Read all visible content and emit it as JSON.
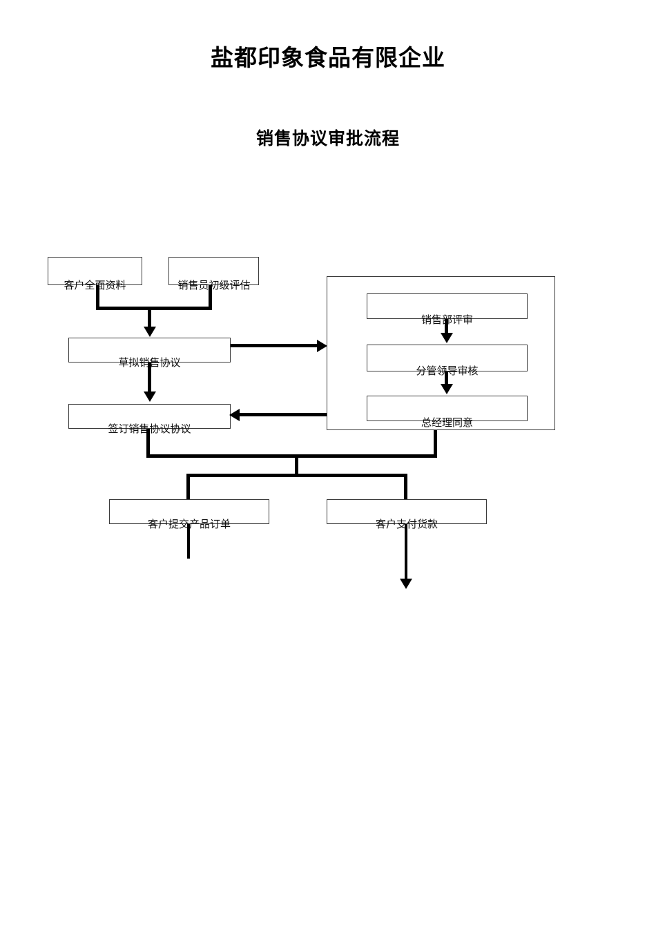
{
  "document": {
    "title": "盐都印象食品有限企业",
    "subtitle": "销售协议审批流程",
    "background_color": "#ffffff",
    "line_color": "#000000",
    "box_border_color": "#3a3a3a"
  },
  "flow": {
    "nodes": [
      {
        "id": "customer-info",
        "label": "客户全面资料"
      },
      {
        "id": "salesperson-eval",
        "label": "销售员初级评估"
      },
      {
        "id": "draft-agreement",
        "label": "草拟销售协议"
      },
      {
        "id": "sign-agreement",
        "label": "签订销售协议协议"
      },
      {
        "id": "sales-dept-review",
        "label": "销售部评审"
      },
      {
        "id": "leader-review",
        "label": "分管领导审核"
      },
      {
        "id": "gm-approval",
        "label": "总经理同意"
      },
      {
        "id": "customer-order",
        "label": "客户提交产品订单"
      },
      {
        "id": "customer-payment",
        "label": "客户支付货款"
      }
    ],
    "group": {
      "id": "approval-group",
      "label": "",
      "members": [
        "sales-dept-review",
        "leader-review",
        "gm-approval"
      ]
    },
    "edges": [
      {
        "from": "customer-info",
        "to": "draft-agreement",
        "type": "merge-down"
      },
      {
        "from": "salesperson-eval",
        "to": "draft-agreement",
        "type": "merge-down"
      },
      {
        "from": "draft-agreement",
        "to": "approval-group",
        "type": "arrow-right"
      },
      {
        "from": "draft-agreement",
        "to": "sign-agreement",
        "type": "arrow-down"
      },
      {
        "from": "approval-group",
        "to": "sign-agreement",
        "type": "arrow-left"
      },
      {
        "from": "sales-dept-review",
        "to": "leader-review",
        "type": "arrow-down"
      },
      {
        "from": "leader-review",
        "to": "gm-approval",
        "type": "arrow-down"
      },
      {
        "from": "sign-agreement",
        "to": "customer-order",
        "type": "split-down"
      },
      {
        "from": "gm-approval",
        "to": "customer-payment",
        "type": "split-down"
      },
      {
        "from": "customer-order",
        "to": "",
        "type": "stub-down"
      },
      {
        "from": "customer-payment",
        "to": "",
        "type": "arrow-down-open"
      }
    ]
  }
}
